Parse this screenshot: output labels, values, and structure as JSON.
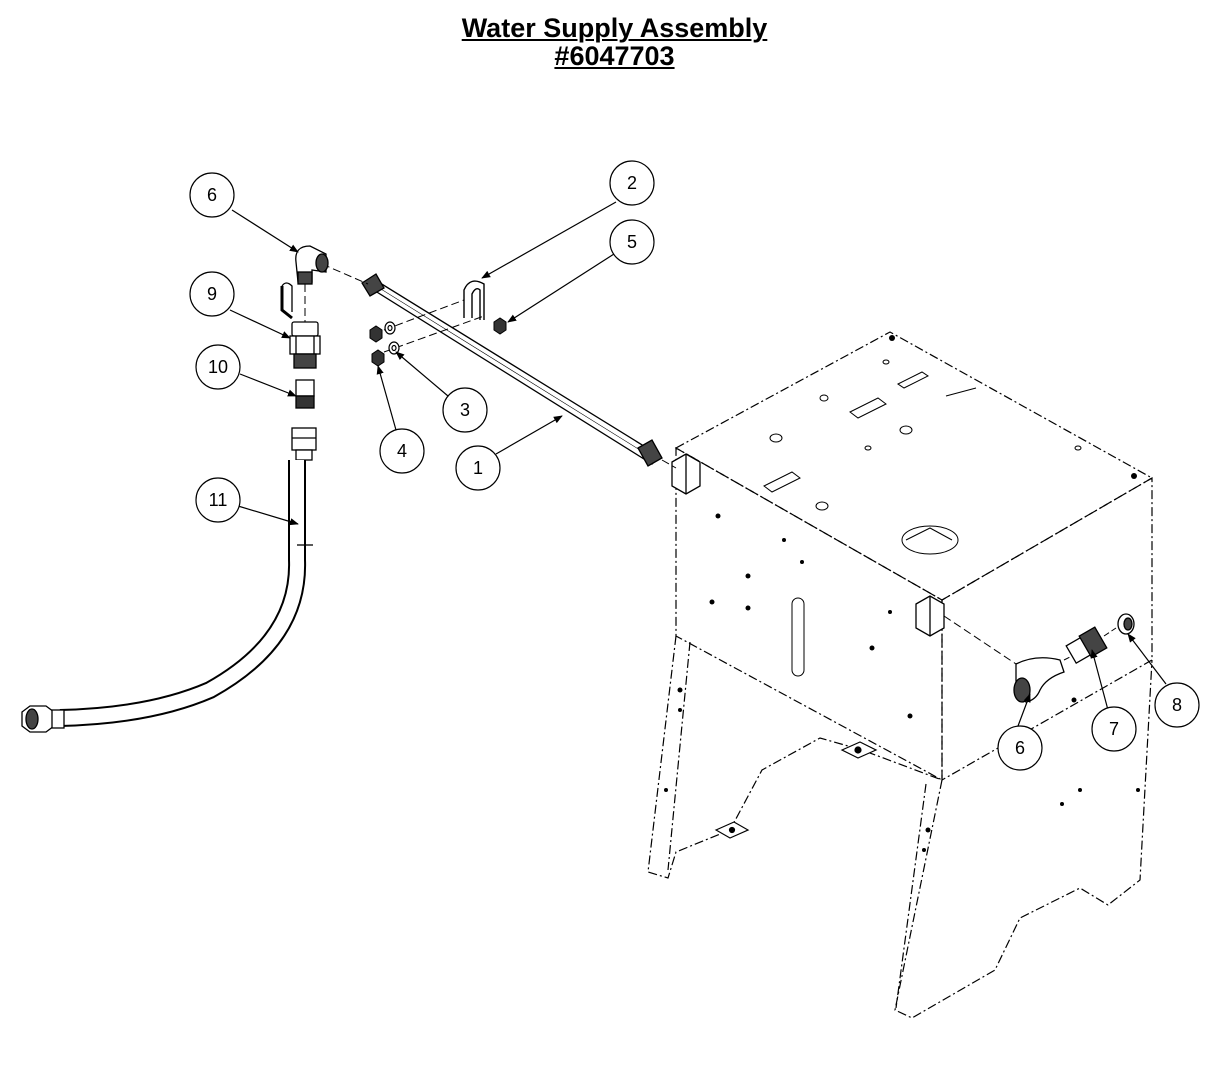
{
  "title": "Water Supply Assembly",
  "part_number": "#6047703",
  "callouts": [
    {
      "id": "c6a",
      "label": "6"
    },
    {
      "id": "c2",
      "label": "2"
    },
    {
      "id": "c5",
      "label": "5"
    },
    {
      "id": "c9",
      "label": "9"
    },
    {
      "id": "c10",
      "label": "10"
    },
    {
      "id": "c3",
      "label": "3"
    },
    {
      "id": "c4",
      "label": "4"
    },
    {
      "id": "c1",
      "label": "1"
    },
    {
      "id": "c11",
      "label": "11"
    },
    {
      "id": "c6b",
      "label": "6"
    },
    {
      "id": "c7",
      "label": "7"
    },
    {
      "id": "c8",
      "label": "8"
    }
  ]
}
